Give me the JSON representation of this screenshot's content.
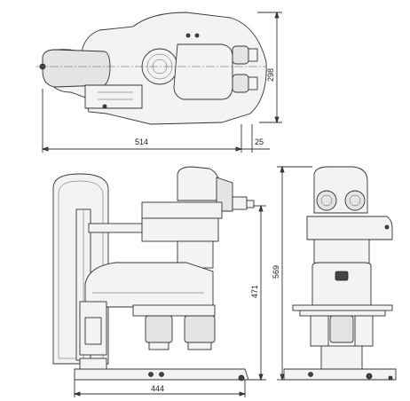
{
  "dimensions": {
    "top_height": "298",
    "top_width": "514",
    "top_offset": "25",
    "front_height": "471",
    "front_width": "444",
    "side_height": "569"
  }
}
